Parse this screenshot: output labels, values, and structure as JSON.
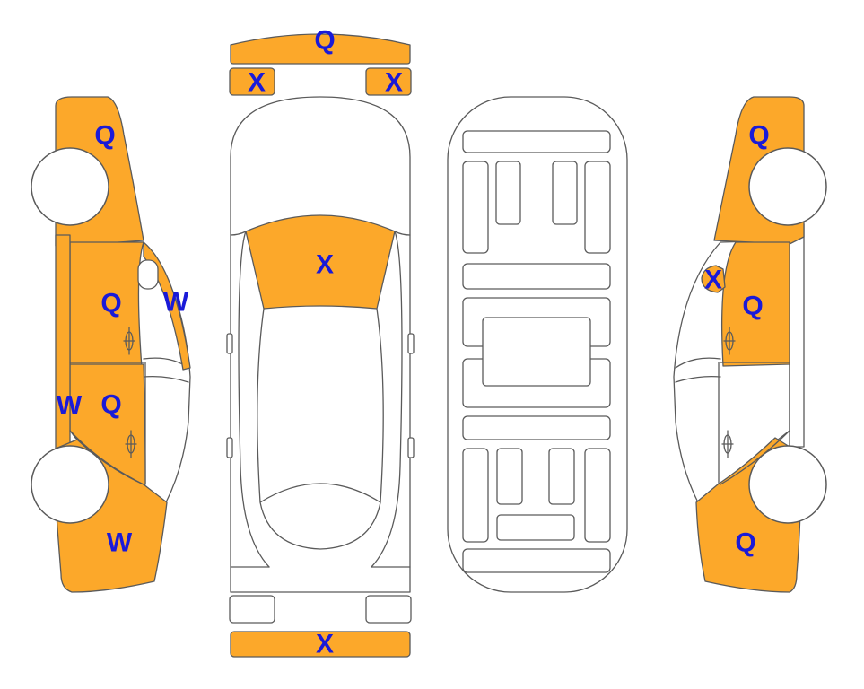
{
  "colors": {
    "damaged_panel": "#FCA82A",
    "code_text": "#1A1AD8",
    "outline": "#5A5A5A"
  },
  "damage_codes": {
    "front_bumper": "Q",
    "front_left_light": "X",
    "front_right_light": "X",
    "hood": "X",
    "rear_bumper": "X",
    "left_front_fender": "Q",
    "left_front_door": "Q",
    "left_a_pillar": "W",
    "left_rear_door": "Q",
    "left_rocker": "W",
    "left_rear_quarter": "W",
    "right_front_fender": "Q",
    "right_mirror": "X",
    "right_front_door": "Q",
    "right_rear_quarter": "Q"
  }
}
